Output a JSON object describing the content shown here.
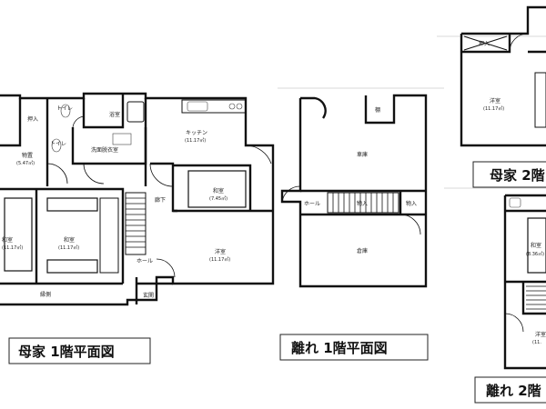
{
  "titles": {
    "main_1f": "母家 1階平面図",
    "annex_1f": "離れ 1階平面図",
    "main_2f": "母家 2階",
    "annex_2f": "離れ 2階"
  },
  "rooms": {
    "main_1f": {
      "oshiire": "押入",
      "toilet": "トイレ",
      "toilet2": "トイレ",
      "storage": "物置",
      "storage_size": "(5.47㎡)",
      "bath": "浴室",
      "washroom": "洗面脱衣室",
      "kitchen": "キッチン",
      "kitchen_size": "(11.17㎡)",
      "washitsu_small": "和室",
      "washitsu_small_size": "(7.45㎡)",
      "corridor": "廊下",
      "washitsu_left": "和室",
      "washitsu_left_size": "(11.17㎡)",
      "washitsu_mid": "和室",
      "washitsu_mid_size": "(11.17㎡)",
      "hall": "ホール",
      "yoshitsu": "洋室",
      "yoshitsu_size": "(11.17㎡)",
      "engawa": "縁側",
      "genkan": "玄関"
    },
    "annex_1f": {
      "closet": "棚",
      "garage": "車庫",
      "hall": "ホール",
      "hall2": "物入",
      "storage": "物入",
      "warehouse": "倉庫"
    },
    "main_2f": {
      "oshiire": "押入",
      "yoshitsu": "洋室",
      "yoshitsu_size": "(11.17㎡)"
    },
    "annex_2f": {
      "washitsu": "和室",
      "washitsu_size": "(8.36㎡)",
      "room2": "洋室",
      "room2_size": "(11."
    }
  }
}
